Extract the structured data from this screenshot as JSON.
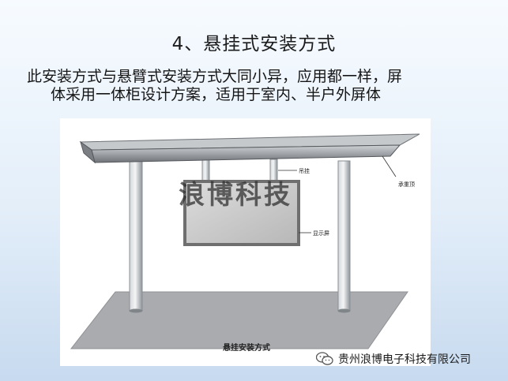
{
  "slide": {
    "title": "4、悬挂式安装方式",
    "body_line_1": "此安装方式与悬臂式安装方式大同小异，应用都一样，屏",
    "body_line_2": "体采用一体柜设计方案，适用于室内、半户外屏体"
  },
  "illustration": {
    "caption": "悬挂安装方式",
    "label_hanger": "吊挂",
    "label_canopy": "承重顶",
    "label_display": "显示屏",
    "watermark": "浪博科技",
    "colors": {
      "canopy": "#7d8186",
      "canopy_top": "#c2c5c9",
      "pillar": "#9aa0a6",
      "ground": "#a7a9ac",
      "screen_frame": "#6f6f6f",
      "screen_face": "#c9c9c9"
    }
  },
  "footer": {
    "icon": "wechat-icon",
    "company": "贵州浪博电子科技有限公司"
  }
}
